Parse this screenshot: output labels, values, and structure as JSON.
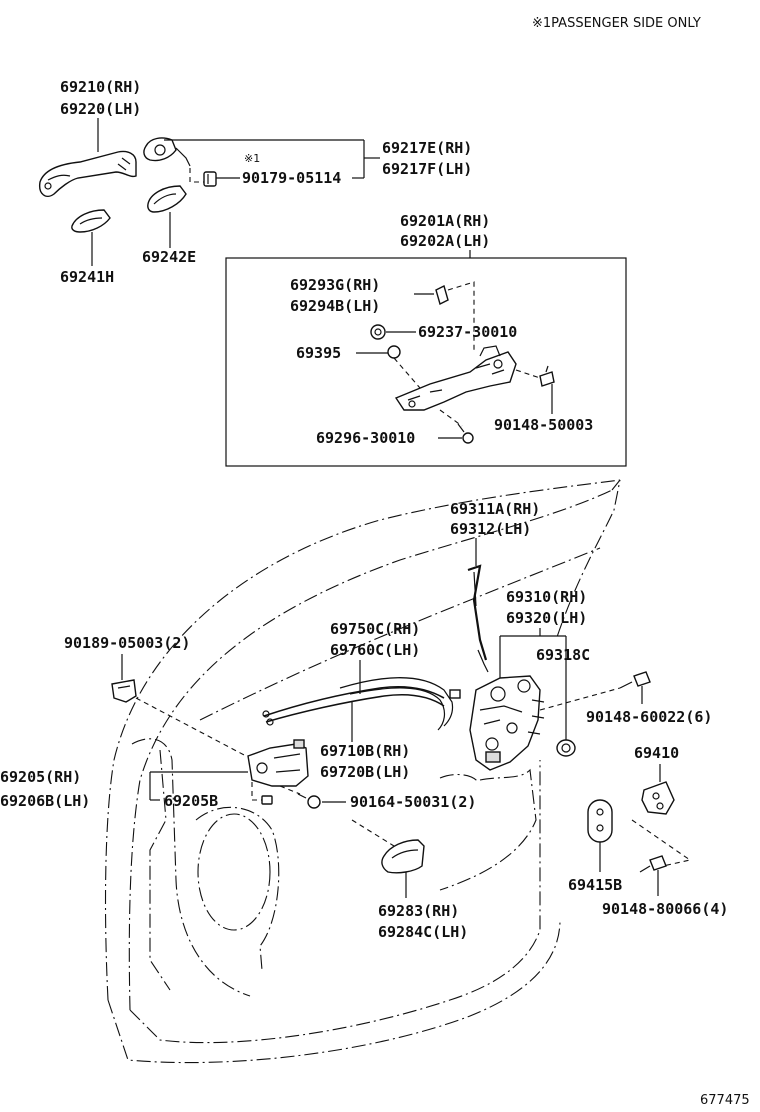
{
  "note": {
    "passenger_side": "※1PASSENGER SIDE ONLY",
    "mark": "※1"
  },
  "labels": {
    "p69210": "69210(RH)",
    "p69220": "69220(LH)",
    "p69217E": "69217E(RH)",
    "p69217F": "69217F(LH)",
    "p90179": "90179-05114",
    "p69242E": "69242E",
    "p69241H": "69241H",
    "p69201A": "69201A(RH)",
    "p69202A": "69202A(LH)",
    "p69293G": "69293G(RH)",
    "p69294B": "69294B(LH)",
    "p69237": "69237-30010",
    "p69395": "69395",
    "p69296": "69296-30010",
    "p90148_50003": "90148-50003",
    "p69311A": "69311A(RH)",
    "p69312": "69312(LH)",
    "p69310": "69310(RH)",
    "p69320": "69320(LH)",
    "p69318C": "69318C",
    "p90148_60022": "90148-60022(6)",
    "p69410": "69410",
    "p69415B": "69415B",
    "p90148_80066": "90148-80066(4)",
    "p90189": "90189-05003(2)",
    "p69750C": "69750C(RH)",
    "p69760C": "69760C(LH)",
    "p69710B": "69710B(RH)",
    "p69720B": "69720B(LH)",
    "p69205": "69205(RH)",
    "p69206B": "69206B(LH)",
    "p69205B": "69205B",
    "p90164": "90164-50031(2)",
    "p69283": "69283(RH)",
    "p69284C": "69284C(LH)"
  },
  "figure_id": "677475"
}
